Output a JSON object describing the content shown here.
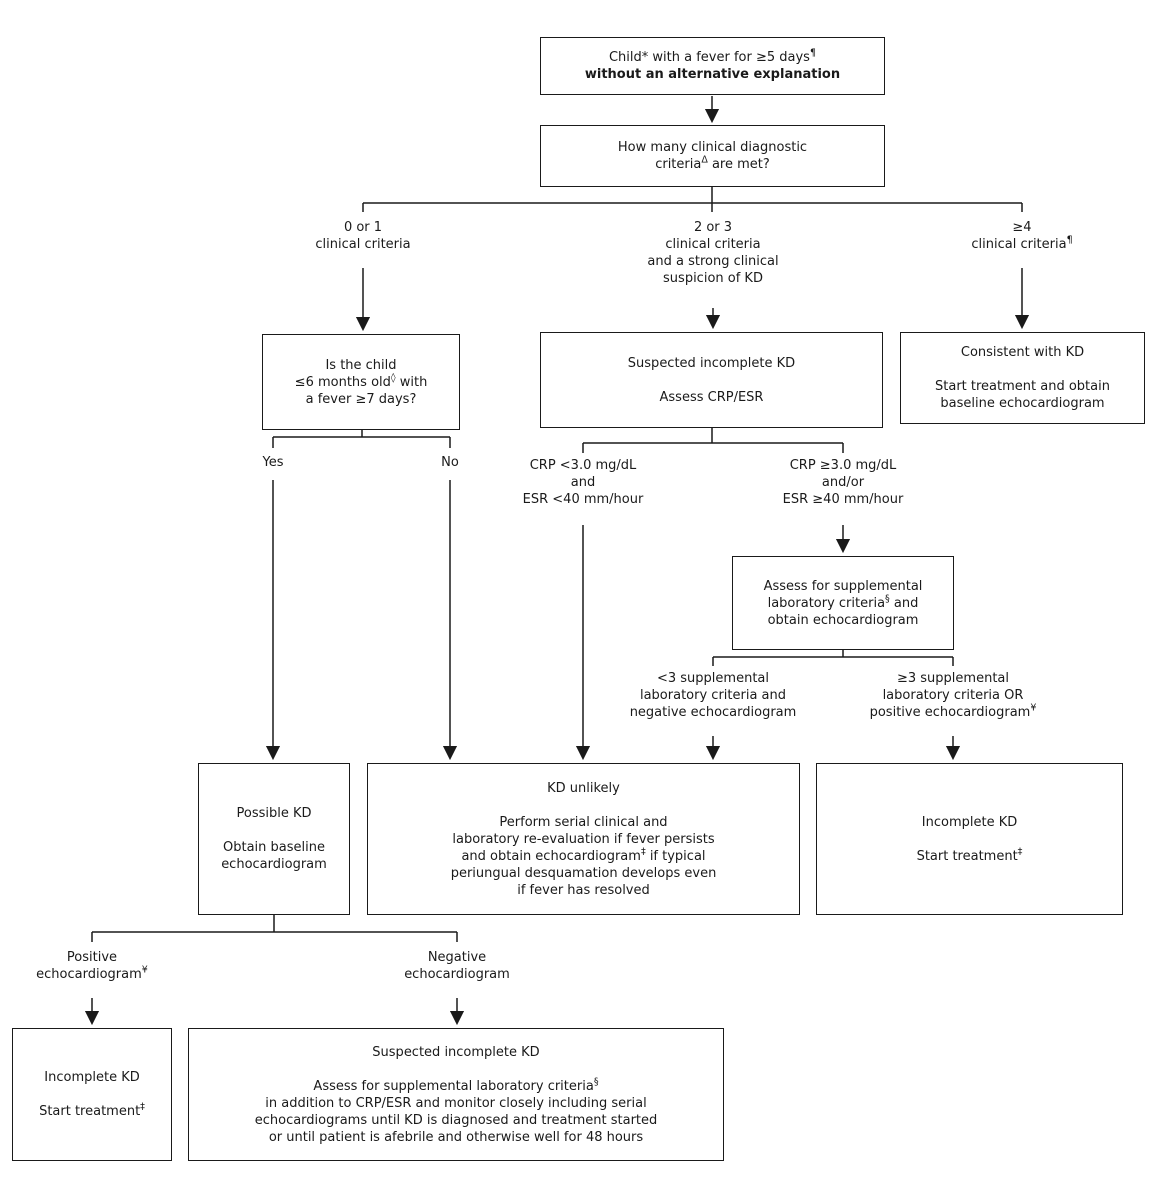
{
  "figure": {
    "title": "Evaluation of suspected incomplete Kawasaki disease (KD) flowchart",
    "type": "flowchart",
    "colors": {
      "line": "#1a1a1a",
      "text": "#1a1a1a",
      "box_bg": "#ffffff",
      "page_bg": "#ffffff"
    },
    "footnote_symbols": [
      "*",
      "¶",
      "Δ",
      "◊",
      "§",
      "¥",
      "‡"
    ]
  },
  "nodes": {
    "start": {
      "lines": [
        "Child* with a fever for ≥5 days^¶^",
        "**without an alternative explanation**"
      ]
    },
    "question": {
      "lines": [
        "How many clinical diagnostic",
        "criteria^Δ^ are met?"
      ]
    },
    "child6mo": {
      "lines": [
        "Is the child",
        "≤6 months old^◊^ with",
        "a fever ≥7 days?"
      ]
    },
    "suspected": {
      "lines": [
        "Suspected incomplete KD",
        "",
        "Assess CRP/ESR"
      ]
    },
    "consistent": {
      "lines": [
        "Consistent with KD",
        "",
        "Start treatment and obtain",
        "baseline echocardiogram"
      ]
    },
    "assess_supp": {
      "lines": [
        "Assess for supplemental",
        "laboratory criteria^§^ and",
        "obtain echocardiogram"
      ]
    },
    "possible": {
      "lines": [
        "Possible KD",
        "",
        "Obtain baseline",
        "echocardiogram"
      ]
    },
    "kd_unlikely": {
      "lines": [
        "KD unlikely",
        "",
        "Perform serial clinical and",
        "laboratory re-evaluation if fever persists",
        "and obtain echocardiogram^‡^ if typical",
        "periungual desquamation develops even",
        "if fever has resolved"
      ]
    },
    "incomplete_right": {
      "lines": [
        "Incomplete KD",
        "",
        "Start treatment^‡^"
      ]
    },
    "incomplete_bottom": {
      "lines": [
        "Incomplete KD",
        "",
        "Start treatment^‡^"
      ]
    },
    "suspected_bottom": {
      "lines": [
        "Suspected incomplete KD",
        "",
        "Assess for supplemental laboratory criteria^§^",
        "in addition to CRP/ESR and monitor closely including serial",
        "echocardiograms until KD is diagnosed and treatment started",
        "or until patient is afebrile and otherwise well for 48 hours"
      ]
    }
  },
  "labels": {
    "branch_0_1": {
      "lines": [
        "0 or 1",
        "clinical criteria"
      ]
    },
    "branch_2_3": {
      "lines": [
        "2 or 3",
        "clinical criteria",
        "and a strong clinical",
        "suspicion of KD"
      ]
    },
    "branch_ge4": {
      "lines": [
        "≥4",
        "clinical criteria^¶^"
      ]
    },
    "yes": {
      "lines": [
        "Yes"
      ]
    },
    "no": {
      "lines": [
        "No"
      ]
    },
    "crp_low": {
      "lines": [
        "CRP <3.0 mg/dL",
        "and",
        "ESR <40 mm/hour"
      ]
    },
    "crp_high": {
      "lines": [
        "CRP ≥3.0 mg/dL",
        "and/or",
        "ESR ≥40 mm/hour"
      ]
    },
    "supp_low": {
      "lines": [
        "<3 supplemental",
        "laboratory criteria and",
        "negative echocardiogram"
      ]
    },
    "supp_high": {
      "lines": [
        "≥3 supplemental",
        "laboratory criteria OR",
        "positive echocardiogram^¥^"
      ]
    },
    "echo_pos": {
      "lines": [
        "Positive",
        "echocardiogram^¥^"
      ]
    },
    "echo_neg": {
      "lines": [
        "Negative",
        "echocardiogram"
      ]
    }
  }
}
